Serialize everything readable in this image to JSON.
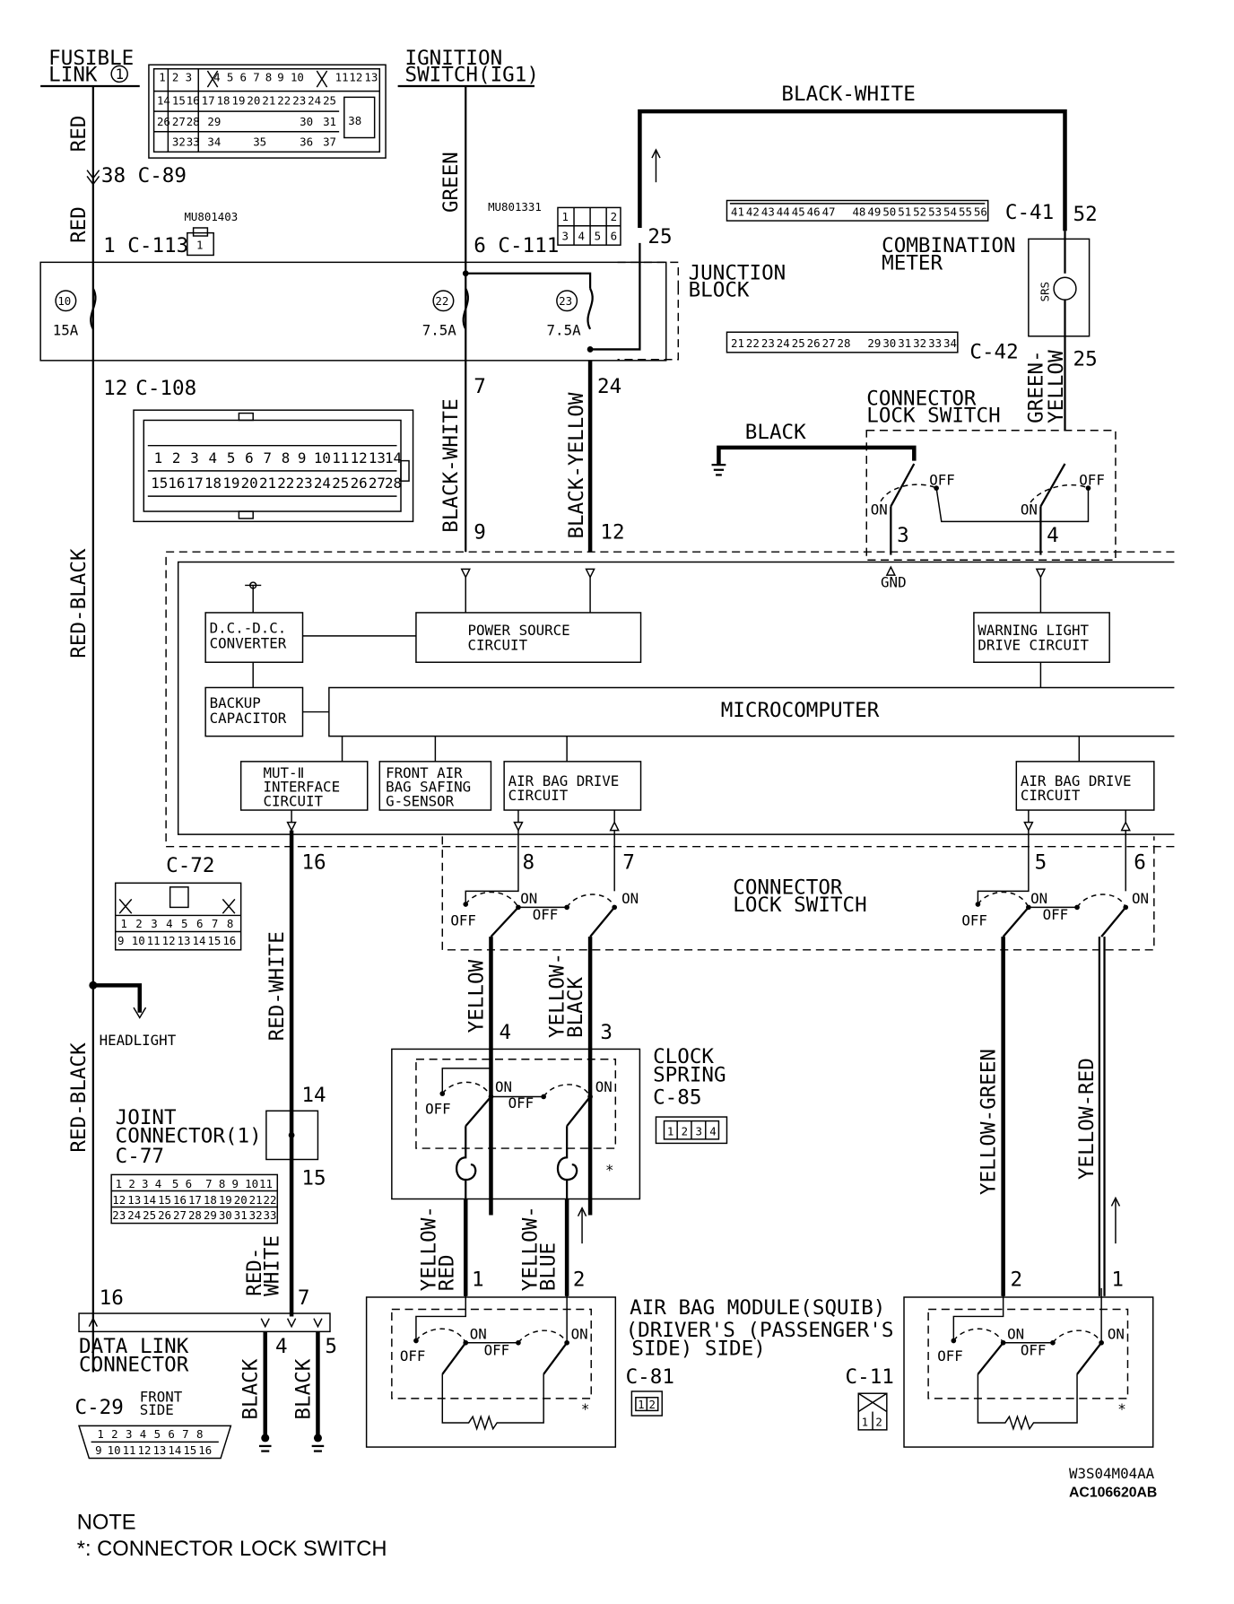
{
  "sources": {
    "fusible_link": [
      "FUSIBLE",
      "LINK"
    ],
    "fusible_link_no": "1",
    "ignition_switch": [
      "IGNITION",
      "SWITCH(IG1)"
    ]
  },
  "wires": {
    "red": "RED",
    "green": "GREEN",
    "black_white": "BLACK-WHITE",
    "black_yellow": "BLACK-YELLOW",
    "red_black": "RED-BLACK",
    "red_white": "RED-WHITE",
    "red_white_split": [
      "RED-",
      "WHITE"
    ],
    "black": "BLACK",
    "green_yellow": [
      "GREEN-",
      "YELLOW"
    ],
    "yellow": "YELLOW",
    "yellow_black": [
      "YELLOW-",
      "BLACK"
    ],
    "yellow_red": [
      "YELLOW-",
      "RED"
    ],
    "yellow_blue": [
      "YELLOW-",
      "BLUE"
    ],
    "yellow_green": "YELLOW-GREEN",
    "yellow_red_long": "YELLOW-RED"
  },
  "connectors": {
    "c89": "38 C-89",
    "c113": "1 C-113",
    "c113_part": "MU801403",
    "c111": "C-111",
    "c111_part": "MU801331",
    "c108": "C-108",
    "c41": "C-41",
    "c42": "C-42",
    "c72": "C-72",
    "c77": "C-77",
    "c85": "C-85",
    "c81": "C-81",
    "c11": "C-11",
    "c29": "C-29",
    "front_side": [
      "FRONT",
      "SIDE"
    ]
  },
  "pins": {
    "p6": "6",
    "p25": "25",
    "p52": "52",
    "p25b": "25",
    "p12": "12",
    "p7": "7",
    "p24": "24",
    "p9": "9",
    "p12b": "12",
    "p3": "3",
    "p4": "4",
    "p16": "16",
    "p8": "8",
    "p7b": "7",
    "p5": "5",
    "p6b": "6",
    "p4b": "4",
    "p3b": "3",
    "p14": "14",
    "p15": "15",
    "p16b": "16",
    "p7c": "7",
    "p4c": "4",
    "p5b": "5",
    "p1": "1",
    "p2": "2",
    "p2b": "2",
    "p1b": "1"
  },
  "junction_block": {
    "title": [
      "JUNCTION",
      "BLOCK"
    ],
    "fuses": [
      {
        "no": "10",
        "rating": "15A"
      },
      {
        "no": "22",
        "rating": "7.5A"
      },
      {
        "no": "23",
        "rating": "7.5A"
      }
    ]
  },
  "combination_meter": {
    "title": [
      "COMBINATION",
      "METER"
    ],
    "lamp": "SRS"
  },
  "connector_lock_switch": [
    "CONNECTOR",
    "LOCK SWITCH"
  ],
  "switch_states": {
    "on": "ON",
    "off": "OFF"
  },
  "gnd": "GND",
  "ecu": {
    "dcdc": [
      "D.C.-D.C.",
      "CONVERTER"
    ],
    "power": [
      "POWER SOURCE",
      "CIRCUIT"
    ],
    "warning": [
      "WARNING LIGHT",
      "DRIVE CIRCUIT"
    ],
    "backup": [
      "BACKUP",
      "CAPACITOR"
    ],
    "micro": "MICROCOMPUTER",
    "mut": [
      "MUT-Ⅱ",
      "INTERFACE",
      "CIRCUIT"
    ],
    "sensor": [
      "FRONT AIR",
      "BAG SAFING",
      "G-SENSOR"
    ],
    "drive": [
      "AIR BAG DRIVE",
      "CIRCUIT"
    ]
  },
  "headlight": "HEADLIGHT",
  "joint_connector": [
    "JOINT",
    "CONNECTOR(1)"
  ],
  "clock_spring": [
    "CLOCK",
    "SPRING"
  ],
  "data_link": [
    "DATA LINK",
    "CONNECTOR"
  ],
  "airbag_module": [
    "AIR BAG MODULE(SQUIB)",
    "(DRIVER'S  (PASSENGER'S",
    "SIDE)       SIDE)"
  ],
  "diagram_codes": [
    "W3S04M04AA",
    "AC106620AB"
  ],
  "note": {
    "title": "NOTE",
    "text": "*: CONNECTOR LOCK SWITCH"
  },
  "star": "*",
  "c89_pins": [
    "1",
    "2",
    "3",
    "4",
    "5",
    "6",
    "7",
    "8",
    "9",
    "10",
    "11",
    "12",
    "13",
    "14",
    "15",
    "16",
    "17",
    "18",
    "19",
    "20",
    "21",
    "22",
    "23",
    "24",
    "25",
    "26",
    "27",
    "28",
    "29",
    "30",
    "31",
    "32",
    "33",
    "34",
    "35",
    "36",
    "37",
    "38"
  ],
  "c108_pins": [
    "1",
    "2",
    "3",
    "4",
    "5",
    "6",
    "7",
    "8",
    "9",
    "10",
    "11",
    "12",
    "13",
    "14",
    "15",
    "16",
    "17",
    "18",
    "19",
    "20",
    "21",
    "22",
    "23",
    "24",
    "25",
    "26",
    "27",
    "28"
  ],
  "c41_pins": [
    "41",
    "42",
    "43",
    "44",
    "45",
    "46",
    "47",
    "48",
    "49",
    "50",
    "51",
    "52",
    "53",
    "54",
    "55",
    "56"
  ],
  "c42_pins": [
    "21",
    "22",
    "23",
    "24",
    "25",
    "26",
    "27",
    "28",
    "29",
    "30",
    "31",
    "32",
    "33",
    "34"
  ],
  "c111_pins": [
    "1",
    "2",
    "3",
    "4",
    "5",
    "6"
  ],
  "c113_pins": [
    "1"
  ],
  "c72_pins": [
    "1",
    "2",
    "3",
    "4",
    "5",
    "6",
    "7",
    "8",
    "9",
    "10",
    "11",
    "12",
    "13",
    "14",
    "15",
    "16"
  ],
  "c77_pins": [
    "1",
    "2",
    "3",
    "4",
    "5",
    "6",
    "7",
    "8",
    "9",
    "10",
    "11",
    "12",
    "13",
    "14",
    "15",
    "16",
    "17",
    "18",
    "19",
    "20",
    "21",
    "22",
    "23",
    "24",
    "25",
    "26",
    "27",
    "28",
    "29",
    "30",
    "31",
    "32",
    "33"
  ],
  "c85_pins": [
    "1",
    "2",
    "3",
    "4"
  ],
  "c81_pins": [
    "1",
    "2"
  ],
  "c11_pins": [
    "1",
    "2"
  ],
  "c29_pins": [
    "1",
    "2",
    "3",
    "4",
    "5",
    "6",
    "7",
    "8",
    "9",
    "10",
    "11",
    "12",
    "13",
    "14",
    "15",
    "16"
  ]
}
